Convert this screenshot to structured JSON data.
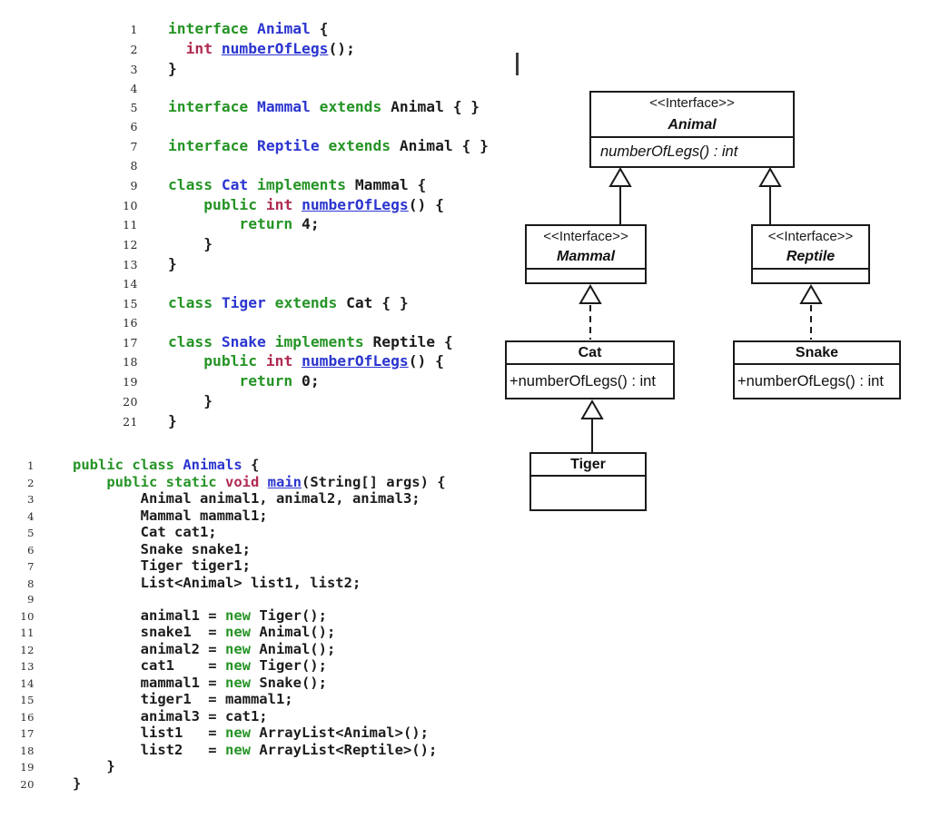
{
  "colors": {
    "keyword_green": "#259425",
    "identifier_blue": "#2b35cf",
    "primitive_red": "#b02b50",
    "plain_text": "#1c1c1c",
    "diagram_line": "#1a1a1a"
  },
  "code_top": {
    "lines": [
      {
        "n": "1",
        "s": [
          [
            "kw",
            "interface "
          ],
          [
            "type",
            "Animal "
          ],
          [
            "pl",
            "{"
          ]
        ]
      },
      {
        "n": "2",
        "s": [
          [
            "pl",
            "  "
          ],
          [
            "prim",
            "int "
          ],
          [
            "meth",
            "numberOfLegs"
          ],
          [
            "pl",
            "();"
          ]
        ]
      },
      {
        "n": "3",
        "s": [
          [
            "pl",
            "}"
          ]
        ]
      },
      {
        "n": "4",
        "s": []
      },
      {
        "n": "5",
        "s": [
          [
            "kw",
            "interface "
          ],
          [
            "type",
            "Mammal "
          ],
          [
            "kw",
            "extends "
          ],
          [
            "pl",
            "Animal { }"
          ]
        ]
      },
      {
        "n": "6",
        "s": []
      },
      {
        "n": "7",
        "s": [
          [
            "kw",
            "interface "
          ],
          [
            "type",
            "Reptile "
          ],
          [
            "kw",
            "extends "
          ],
          [
            "pl",
            "Animal { }"
          ]
        ]
      },
      {
        "n": "8",
        "s": []
      },
      {
        "n": "9",
        "s": [
          [
            "kw",
            "class "
          ],
          [
            "type",
            "Cat "
          ],
          [
            "kw",
            "implements "
          ],
          [
            "pl",
            "Mammal {"
          ]
        ]
      },
      {
        "n": "10",
        "s": [
          [
            "pl",
            "    "
          ],
          [
            "kw",
            "public "
          ],
          [
            "prim",
            "int "
          ],
          [
            "meth",
            "numberOfLegs"
          ],
          [
            "pl",
            "() {"
          ]
        ]
      },
      {
        "n": "11",
        "s": [
          [
            "pl",
            "        "
          ],
          [
            "kw",
            "return "
          ],
          [
            "pl",
            "4;"
          ]
        ]
      },
      {
        "n": "12",
        "s": [
          [
            "pl",
            "    }"
          ]
        ]
      },
      {
        "n": "13",
        "s": [
          [
            "pl",
            "}"
          ]
        ]
      },
      {
        "n": "14",
        "s": []
      },
      {
        "n": "15",
        "s": [
          [
            "kw",
            "class "
          ],
          [
            "type",
            "Tiger "
          ],
          [
            "kw",
            "extends "
          ],
          [
            "pl",
            "Cat { }"
          ]
        ]
      },
      {
        "n": "16",
        "s": []
      },
      {
        "n": "17",
        "s": [
          [
            "kw",
            "class "
          ],
          [
            "type",
            "Snake "
          ],
          [
            "kw",
            "implements "
          ],
          [
            "pl",
            "Reptile {"
          ]
        ]
      },
      {
        "n": "18",
        "s": [
          [
            "pl",
            "    "
          ],
          [
            "kw",
            "public "
          ],
          [
            "prim",
            "int "
          ],
          [
            "meth",
            "numberOfLegs"
          ],
          [
            "pl",
            "() {"
          ]
        ]
      },
      {
        "n": "19",
        "s": [
          [
            "pl",
            "        "
          ],
          [
            "kw",
            "return "
          ],
          [
            "pl",
            "0;"
          ]
        ]
      },
      {
        "n": "20",
        "s": [
          [
            "pl",
            "    }"
          ]
        ]
      },
      {
        "n": "21",
        "s": [
          [
            "pl",
            "}"
          ]
        ]
      }
    ]
  },
  "code_bottom": {
    "lines": [
      {
        "n": "1",
        "s": [
          [
            "kw",
            "public class "
          ],
          [
            "type",
            "Animals "
          ],
          [
            "pl",
            "{"
          ]
        ]
      },
      {
        "n": "2",
        "s": [
          [
            "pl",
            "    "
          ],
          [
            "kw",
            "public static "
          ],
          [
            "prim",
            "void "
          ],
          [
            "meth",
            "main"
          ],
          [
            "pl",
            "(String[] args) {"
          ]
        ]
      },
      {
        "n": "3",
        "s": [
          [
            "pl",
            "        Animal animal1, animal2, animal3;"
          ]
        ]
      },
      {
        "n": "4",
        "s": [
          [
            "pl",
            "        Mammal mammal1;"
          ]
        ]
      },
      {
        "n": "5",
        "s": [
          [
            "pl",
            "        Cat cat1;"
          ]
        ]
      },
      {
        "n": "6",
        "s": [
          [
            "pl",
            "        Snake snake1;"
          ]
        ]
      },
      {
        "n": "7",
        "s": [
          [
            "pl",
            "        Tiger tiger1;"
          ]
        ]
      },
      {
        "n": "8",
        "s": [
          [
            "pl",
            "        List<Animal> list1, list2;"
          ]
        ]
      },
      {
        "n": "9",
        "s": []
      },
      {
        "n": "10",
        "s": [
          [
            "pl",
            "        animal1 = "
          ],
          [
            "kw",
            "new "
          ],
          [
            "pl",
            "Tiger();"
          ]
        ]
      },
      {
        "n": "11",
        "s": [
          [
            "pl",
            "        snake1  = "
          ],
          [
            "kw",
            "new "
          ],
          [
            "pl",
            "Animal();"
          ]
        ]
      },
      {
        "n": "12",
        "s": [
          [
            "pl",
            "        animal2 = "
          ],
          [
            "kw",
            "new "
          ],
          [
            "pl",
            "Animal();"
          ]
        ]
      },
      {
        "n": "13",
        "s": [
          [
            "pl",
            "        cat1    = "
          ],
          [
            "kw",
            "new "
          ],
          [
            "pl",
            "Tiger();"
          ]
        ]
      },
      {
        "n": "14",
        "s": [
          [
            "pl",
            "        mammal1 = "
          ],
          [
            "kw",
            "new "
          ],
          [
            "pl",
            "Snake();"
          ]
        ]
      },
      {
        "n": "15",
        "s": [
          [
            "pl",
            "        tiger1  = mammal1;"
          ]
        ]
      },
      {
        "n": "16",
        "s": [
          [
            "pl",
            "        animal3 = cat1;"
          ]
        ]
      },
      {
        "n": "17",
        "s": [
          [
            "pl",
            "        list1   = "
          ],
          [
            "kw",
            "new "
          ],
          [
            "pl",
            "ArrayList<Animal>();"
          ]
        ]
      },
      {
        "n": "18",
        "s": [
          [
            "pl",
            "        list2   = "
          ],
          [
            "kw",
            "new "
          ],
          [
            "pl",
            "ArrayList<Reptile>();"
          ]
        ]
      },
      {
        "n": "19",
        "s": [
          [
            "pl",
            "    }"
          ]
        ]
      },
      {
        "n": "20",
        "s": [
          [
            "pl",
            "}"
          ]
        ]
      }
    ]
  },
  "uml": {
    "animal": {
      "stereotype": "<<Interface>>",
      "name": "Animal",
      "member": "numberOfLegs() : int"
    },
    "mammal": {
      "stereotype": "<<Interface>>",
      "name": "Mammal",
      "member": ""
    },
    "reptile": {
      "stereotype": "<<Interface>>",
      "name": "Reptile",
      "member": ""
    },
    "cat": {
      "name": "Cat",
      "member": "+numberOfLegs() : int"
    },
    "snake": {
      "name": "Snake",
      "member": "+numberOfLegs() : int"
    },
    "tiger": {
      "name": "Tiger",
      "member": ""
    }
  }
}
